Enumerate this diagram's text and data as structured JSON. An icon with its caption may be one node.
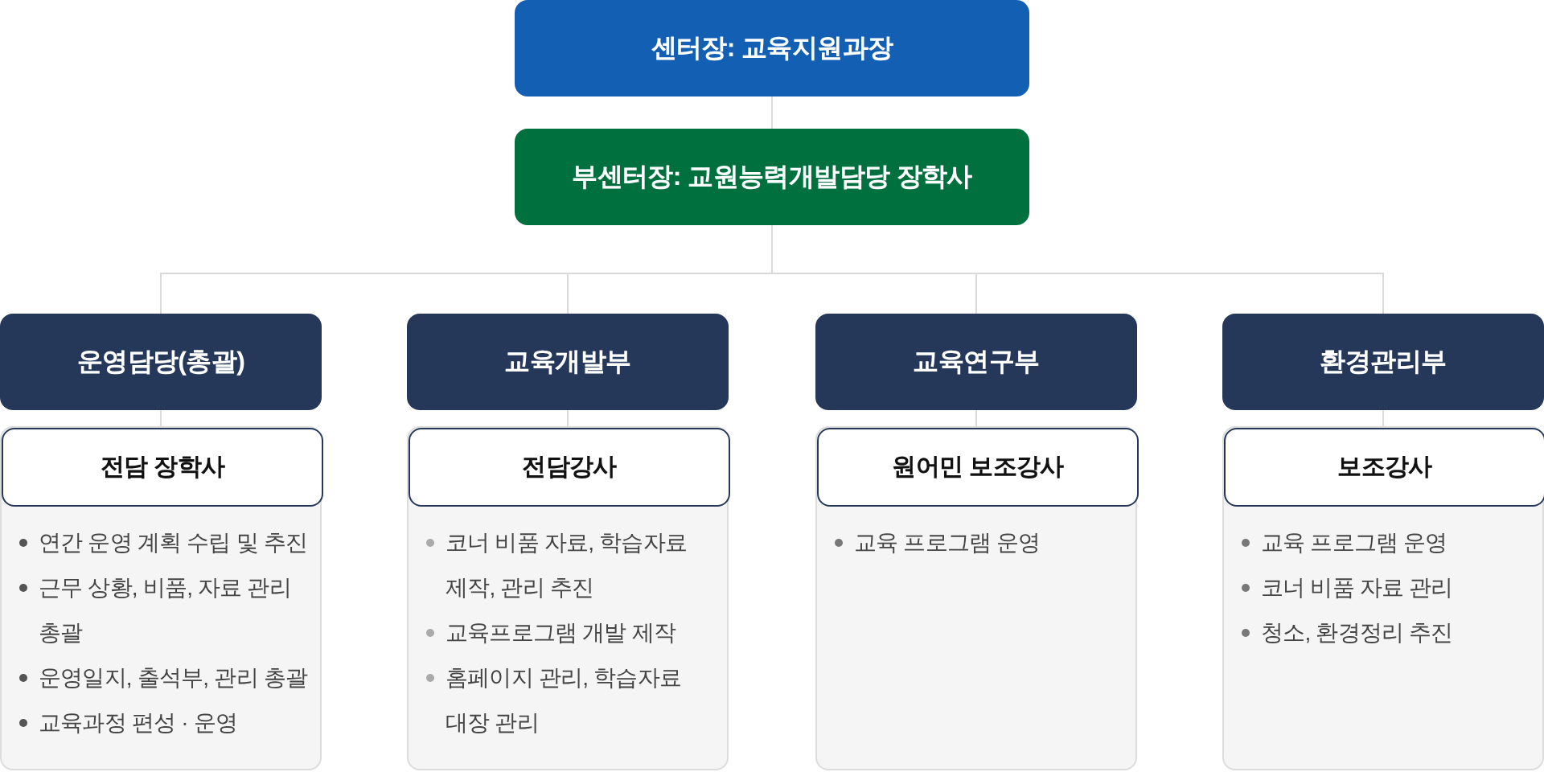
{
  "diagram": {
    "nodes": [
      {
        "text": [
          "센터장: 교육지원과장"
        ]
      },
      {
        "text": [
          "부센터장: 교원능력개발담당 장학사"
        ]
      },
      {
        "text": [
          "운영담당(총괄)"
        ]
      },
      {
        "text": [
          "연간 운영 계획 수립 및 추진",
          "근무 상황, 비품, 자료 관리 총괄",
          "운영일지, 출석부, 관리 총괄",
          "교육과정 편성 · 운영"
        ]
      },
      {
        "text": [
          "전담 장학사"
        ],
        "in": 3
      },
      {
        "text": [
          "교육개발부"
        ]
      },
      {
        "text": [
          "코너 비품 자료, 학습자료 제작, 관리 추진",
          "교육프로그램 개발 제작",
          "홈페이지 관리, 학습자료 대장 관리"
        ]
      },
      {
        "text": [
          "전담강사"
        ],
        "in": 6
      },
      {
        "text": [
          "교육연구부"
        ]
      },
      {
        "text": [
          "교육 프로그램 운영"
        ]
      },
      {
        "text": [
          "원어민 보조강사"
        ],
        "in": 9
      },
      {
        "text": [
          "환경관리부"
        ]
      },
      {
        "text": [
          "교육 프로그램 운영",
          "코너 비품 자료 관리",
          "청소, 환경정리 추진"
        ]
      },
      {
        "text": [
          "보조강사"
        ],
        "in": 12
      }
    ],
    "edges": [
      {
        "from": 0,
        "to": 1,
        "arrow": "none"
      },
      {
        "from": 1,
        "to": 2,
        "arrow": "none"
      },
      {
        "from": 1,
        "to": 5,
        "arrow": "none"
      },
      {
        "from": 1,
        "to": 8,
        "arrow": "none"
      },
      {
        "from": 1,
        "to": 11,
        "arrow": "none"
      },
      {
        "from": 2,
        "to": 4,
        "arrow": "none"
      },
      {
        "from": 5,
        "to": 7,
        "arrow": "none"
      },
      {
        "from": 8,
        "to": 10,
        "arrow": "none"
      },
      {
        "from": 11,
        "to": 13,
        "arrow": "none"
      }
    ]
  }
}
